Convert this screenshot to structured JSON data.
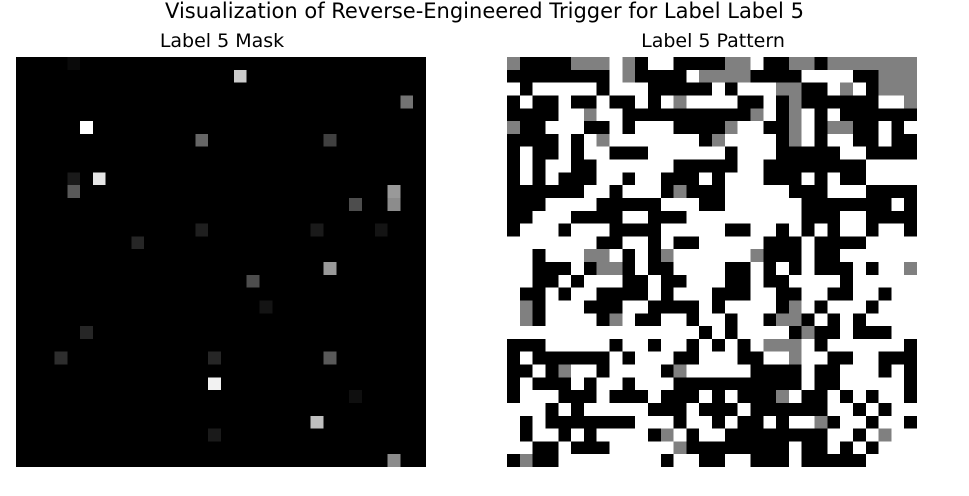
{
  "title": "Visualization of Reverse-Engineered Trigger for Label Label 5",
  "chart_data": [
    {
      "type": "heatmap",
      "title": "Label 5 Mask",
      "colormap": "gray",
      "rows": 32,
      "cols": 32,
      "background": 0.0,
      "nonzero_cells": [
        {
          "row": 0,
          "col": 4,
          "value": 0.04
        },
        {
          "row": 1,
          "col": 17,
          "value": 0.8
        },
        {
          "row": 3,
          "col": 30,
          "value": 0.45
        },
        {
          "row": 5,
          "col": 5,
          "value": 1.0
        },
        {
          "row": 6,
          "col": 14,
          "value": 0.4
        },
        {
          "row": 6,
          "col": 24,
          "value": 0.25
        },
        {
          "row": 9,
          "col": 4,
          "value": 0.1
        },
        {
          "row": 9,
          "col": 6,
          "value": 0.9
        },
        {
          "row": 10,
          "col": 4,
          "value": 0.35
        },
        {
          "row": 10,
          "col": 29,
          "value": 0.6
        },
        {
          "row": 11,
          "col": 26,
          "value": 0.3
        },
        {
          "row": 11,
          "col": 29,
          "value": 0.55
        },
        {
          "row": 13,
          "col": 14,
          "value": 0.12
        },
        {
          "row": 13,
          "col": 23,
          "value": 0.1
        },
        {
          "row": 13,
          "col": 28,
          "value": 0.08
        },
        {
          "row": 14,
          "col": 9,
          "value": 0.15
        },
        {
          "row": 16,
          "col": 24,
          "value": 0.6
        },
        {
          "row": 17,
          "col": 18,
          "value": 0.3
        },
        {
          "row": 19,
          "col": 19,
          "value": 0.08
        },
        {
          "row": 21,
          "col": 5,
          "value": 0.15
        },
        {
          "row": 23,
          "col": 3,
          "value": 0.18
        },
        {
          "row": 23,
          "col": 15,
          "value": 0.15
        },
        {
          "row": 23,
          "col": 24,
          "value": 0.35
        },
        {
          "row": 25,
          "col": 15,
          "value": 0.95
        },
        {
          "row": 26,
          "col": 26,
          "value": 0.06
        },
        {
          "row": 28,
          "col": 23,
          "value": 0.75
        },
        {
          "row": 29,
          "col": 15,
          "value": 0.1
        },
        {
          "row": 31,
          "col": 29,
          "value": 0.55
        }
      ]
    },
    {
      "type": "heatmap",
      "title": "Label 5 Pattern",
      "colormap": "gray",
      "rows": 32,
      "cols": 32,
      "grid_rows": [
        "10000111210220000112001101111111",
        "00000000210000211110000222200111",
        "20222220222000002022211002120111",
        "02002002002021222200201000000221",
        "00002212200000000001201202000000",
        "10022200202220000122001201100202",
        "00002021222222201222201202200200",
        "02002022000222222022200000220000",
        "02022002222220000022000000002222",
        "02020002202200020222000202002222",
        "00000022022201000222220002220000",
        "00022220000022200222222000000020",
        "00222000022000222222222000220000",
        "02220222000022222002202020220220",
        "22222220022020022222000200002222",
        "22022211202012222221000200222222",
        "22000201102002222002020200020221",
        "22002022200200222002002222022222",
        "20020220000202220002200220022022",
        "21022200022000020222201202220222",
        "21022220120022022022011020202222",
        "22222222222222202022220100200022",
        "00022222022022020202111202222220",
        "02000000202220022200221220022000",
        "00201220222201222220000200222020",
        "02000202202220000000000200222220",
        "02220002000200020200012002020220",
        "22202022222000200020000002202022",
        "20200000002220220200202210220220",
        "20220202222012022000000002202122",
        "22002000222221000000002002020222",
        "01002222222202200220002000002222"
      ]
    }
  ]
}
